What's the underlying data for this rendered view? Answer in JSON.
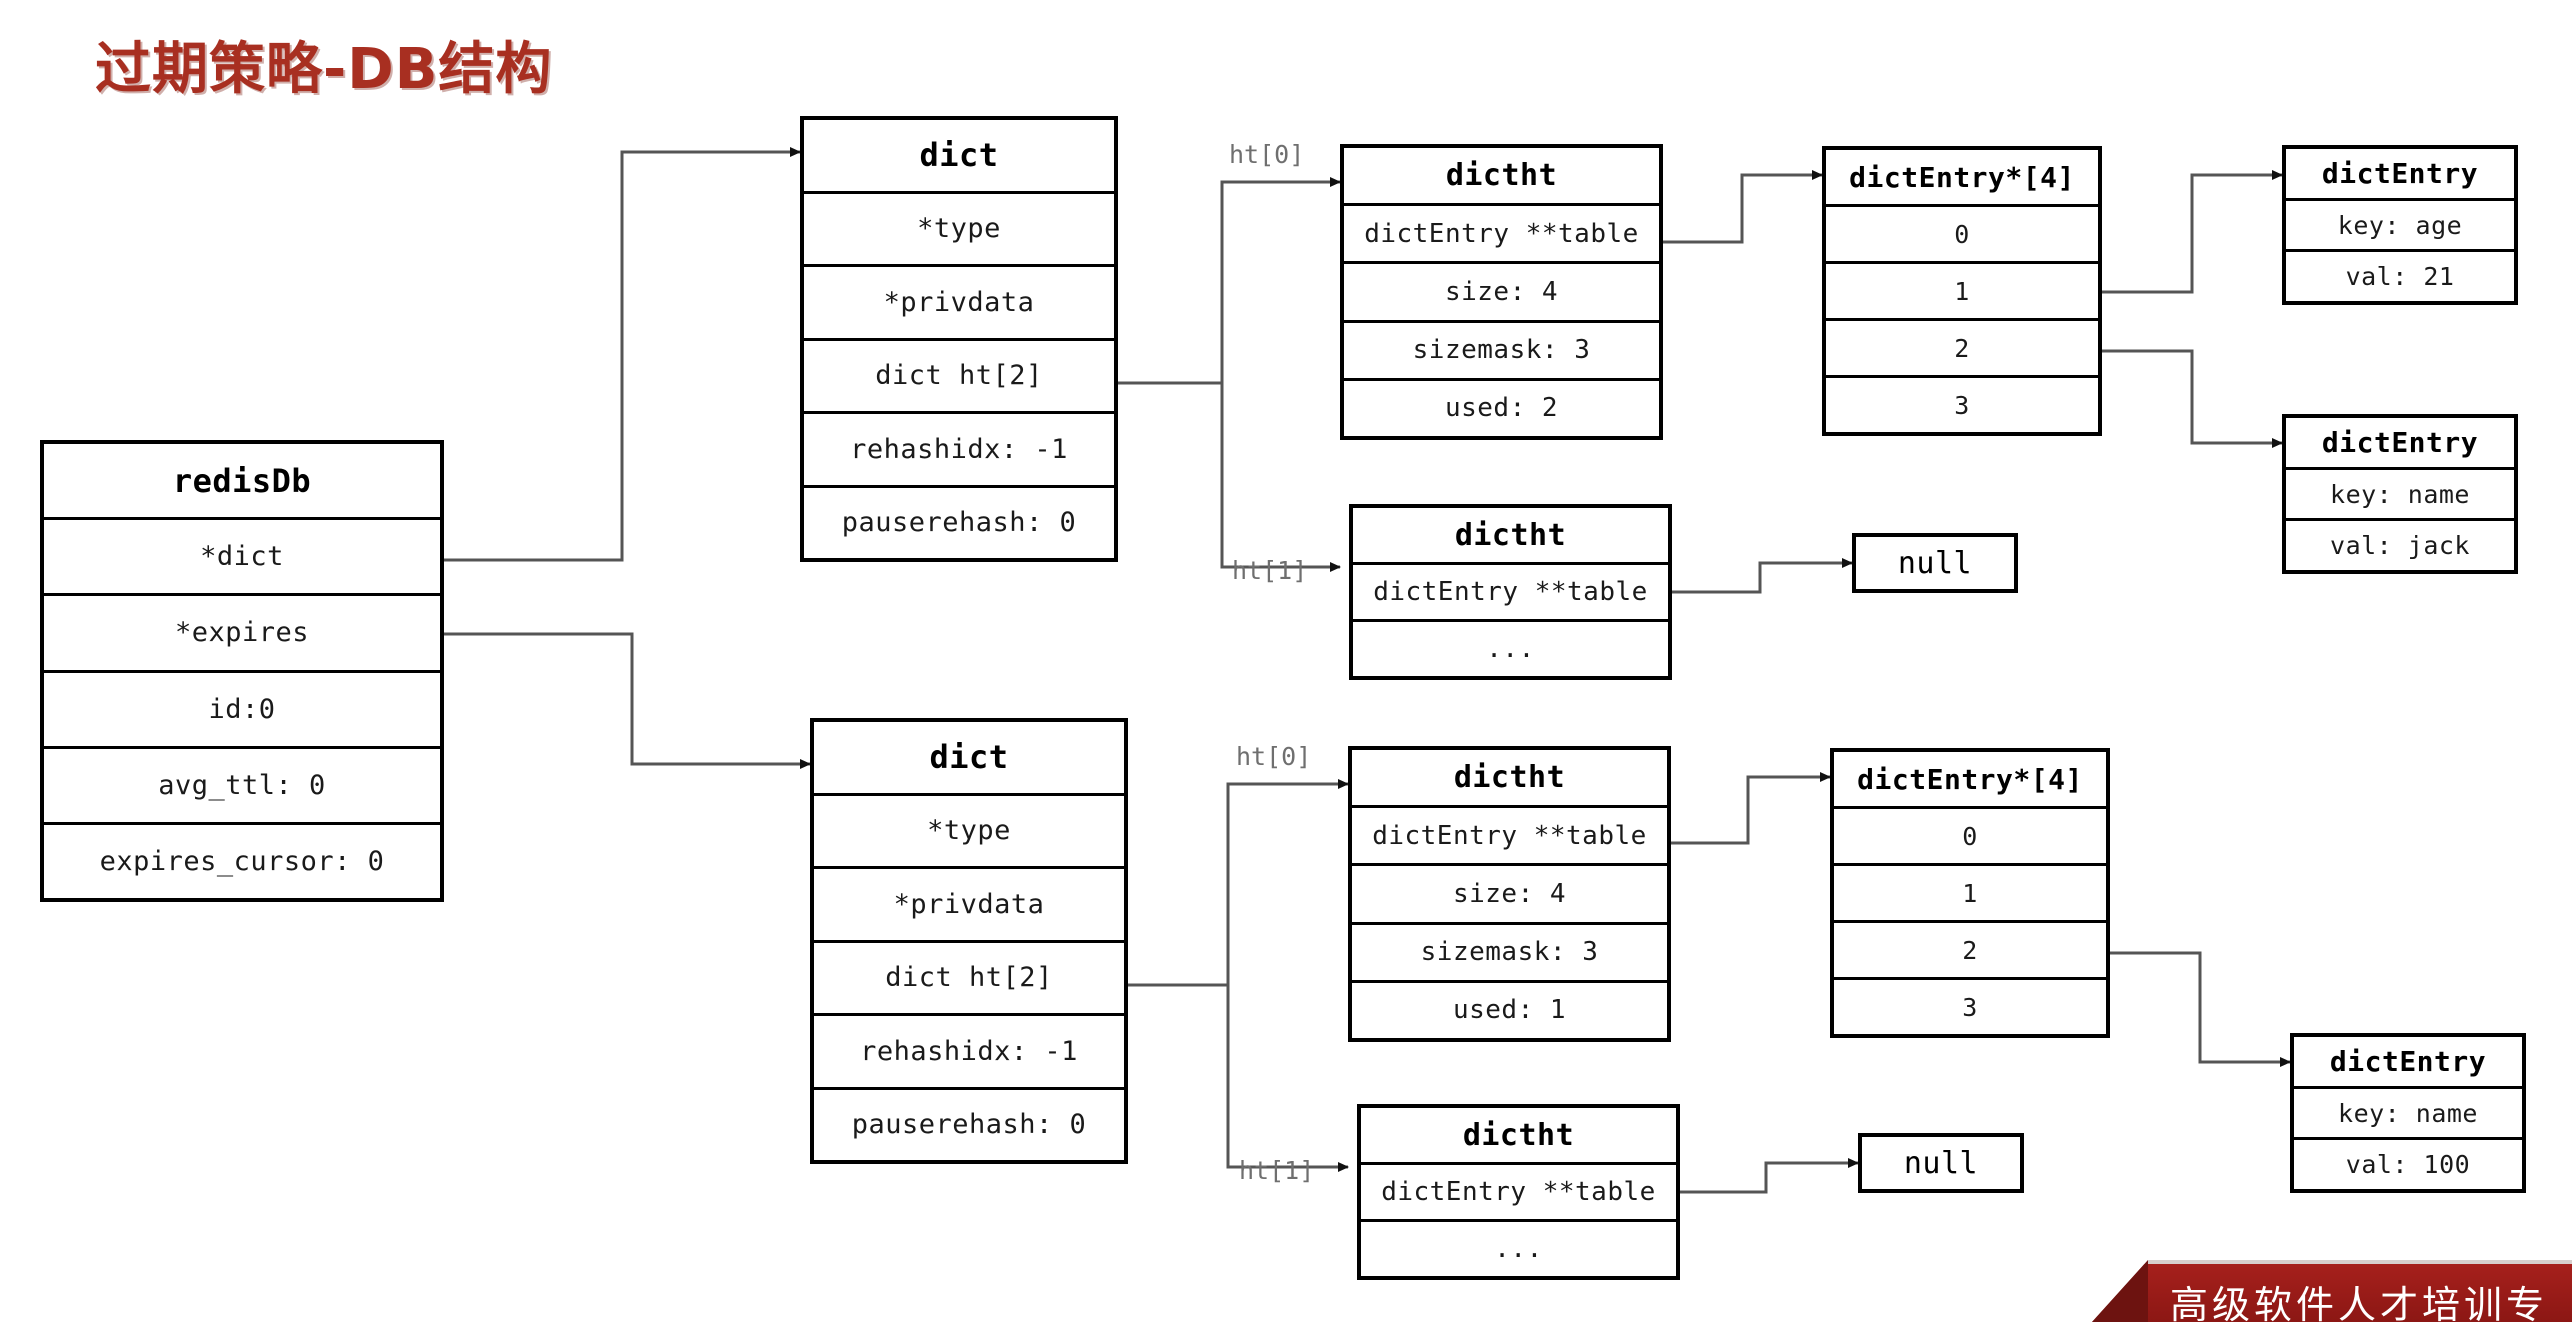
{
  "title": "过期策略-DB结构",
  "colors": {
    "title": "#a82f21",
    "stroke": "#000000",
    "wire": "#555555",
    "label": "#6f6f6f",
    "banner": "#a6201c"
  },
  "boxes": {
    "redisdb": {
      "header": "redisDb",
      "rows": [
        "*dict",
        "*expires",
        "id:0",
        "avg_ttl: 0",
        "expires_cursor: 0"
      ]
    },
    "dict_top": {
      "header": "dict",
      "rows": [
        "*type",
        "*privdata",
        "dict ht[2]",
        "rehashidx: -1",
        "pauserehash: 0"
      ]
    },
    "dict_bottom": {
      "header": "dict",
      "rows": [
        "*type",
        "*privdata",
        "dict ht[2]",
        "rehashidx: -1",
        "pauserehash: 0"
      ]
    },
    "dictht_top_ht0": {
      "header": "dictht",
      "rows": [
        "dictEntry **table",
        "size: 4",
        "sizemask: 3",
        "used: 2"
      ]
    },
    "dictht_top_ht1": {
      "header": "dictht",
      "rows": [
        "dictEntry **table",
        "..."
      ]
    },
    "dictht_bottom_ht0": {
      "header": "dictht",
      "rows": [
        "dictEntry **table",
        "size: 4",
        "sizemask: 3",
        "used: 1"
      ]
    },
    "dictht_bottom_ht1": {
      "header": "dictht",
      "rows": [
        "dictEntry **table",
        "..."
      ]
    },
    "bucket_top": {
      "header": "dictEntry*[4]",
      "rows": [
        "0",
        "1",
        "2",
        "3"
      ]
    },
    "bucket_bottom": {
      "header": "dictEntry*[4]",
      "rows": [
        "0",
        "1",
        "2",
        "3"
      ]
    },
    "entry_age": {
      "header": "dictEntry",
      "rows": [
        "key: age",
        "val: 21"
      ]
    },
    "entry_name_jack": {
      "header": "dictEntry",
      "rows": [
        "key: name",
        "val: jack"
      ]
    },
    "entry_name_100": {
      "header": "dictEntry",
      "rows": [
        "key: name",
        "val: 100"
      ]
    },
    "null_top": {
      "header": "null",
      "rows": []
    },
    "null_bottom": {
      "header": "null",
      "rows": []
    }
  },
  "edge_labels": {
    "top_ht0": "ht[0]",
    "top_ht1": "ht[1]",
    "bottom_ht0": "ht[0]",
    "bottom_ht1": "ht[1]"
  },
  "banner": {
    "text": "高级软件人才培训专"
  }
}
